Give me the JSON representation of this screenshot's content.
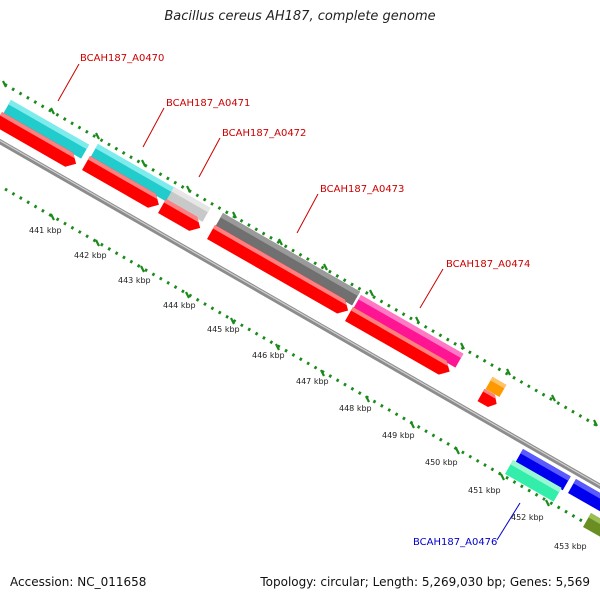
{
  "title": "Bacillus cereus AH187, complete genome",
  "footer": {
    "accession": "Accession: NC_011658",
    "summary": "Topology: circular; Length: 5,269,030 bp; Genes: 5,569"
  },
  "scale_labels": [
    "441 kbp",
    "442 kbp",
    "443 kbp",
    "444 kbp",
    "445 kbp",
    "446 kbp",
    "447 kbp",
    "448 kbp",
    "449 kbp",
    "450 kbp",
    "451 kbp",
    "452 kbp",
    "453 kbp"
  ],
  "gene_labels": [
    {
      "text": "BCAH187_A0470",
      "color": "#cc0000"
    },
    {
      "text": "BCAH187_A0471",
      "color": "#cc0000"
    },
    {
      "text": "BCAH187_A0472",
      "color": "#cc0000"
    },
    {
      "text": "BCAH187_A0473",
      "color": "#cc0000"
    },
    {
      "text": "BCAH187_A0474",
      "color": "#cc0000"
    },
    {
      "text": "BCAH187_A0476",
      "color": "#0000cc"
    }
  ],
  "colors": {
    "backbone": "#8c8c8c",
    "tick_dots": "#1a8a1a",
    "cds_red": "#ff0000",
    "cyan": "#22cccc",
    "light_gray": "#c8c8c8",
    "dark_gray": "#707070",
    "magenta": "#ff1493",
    "orange": "#ff9900",
    "blue": "#0000ee",
    "aquamarine": "#33eeaa",
    "olive": "#6b8e23"
  }
}
